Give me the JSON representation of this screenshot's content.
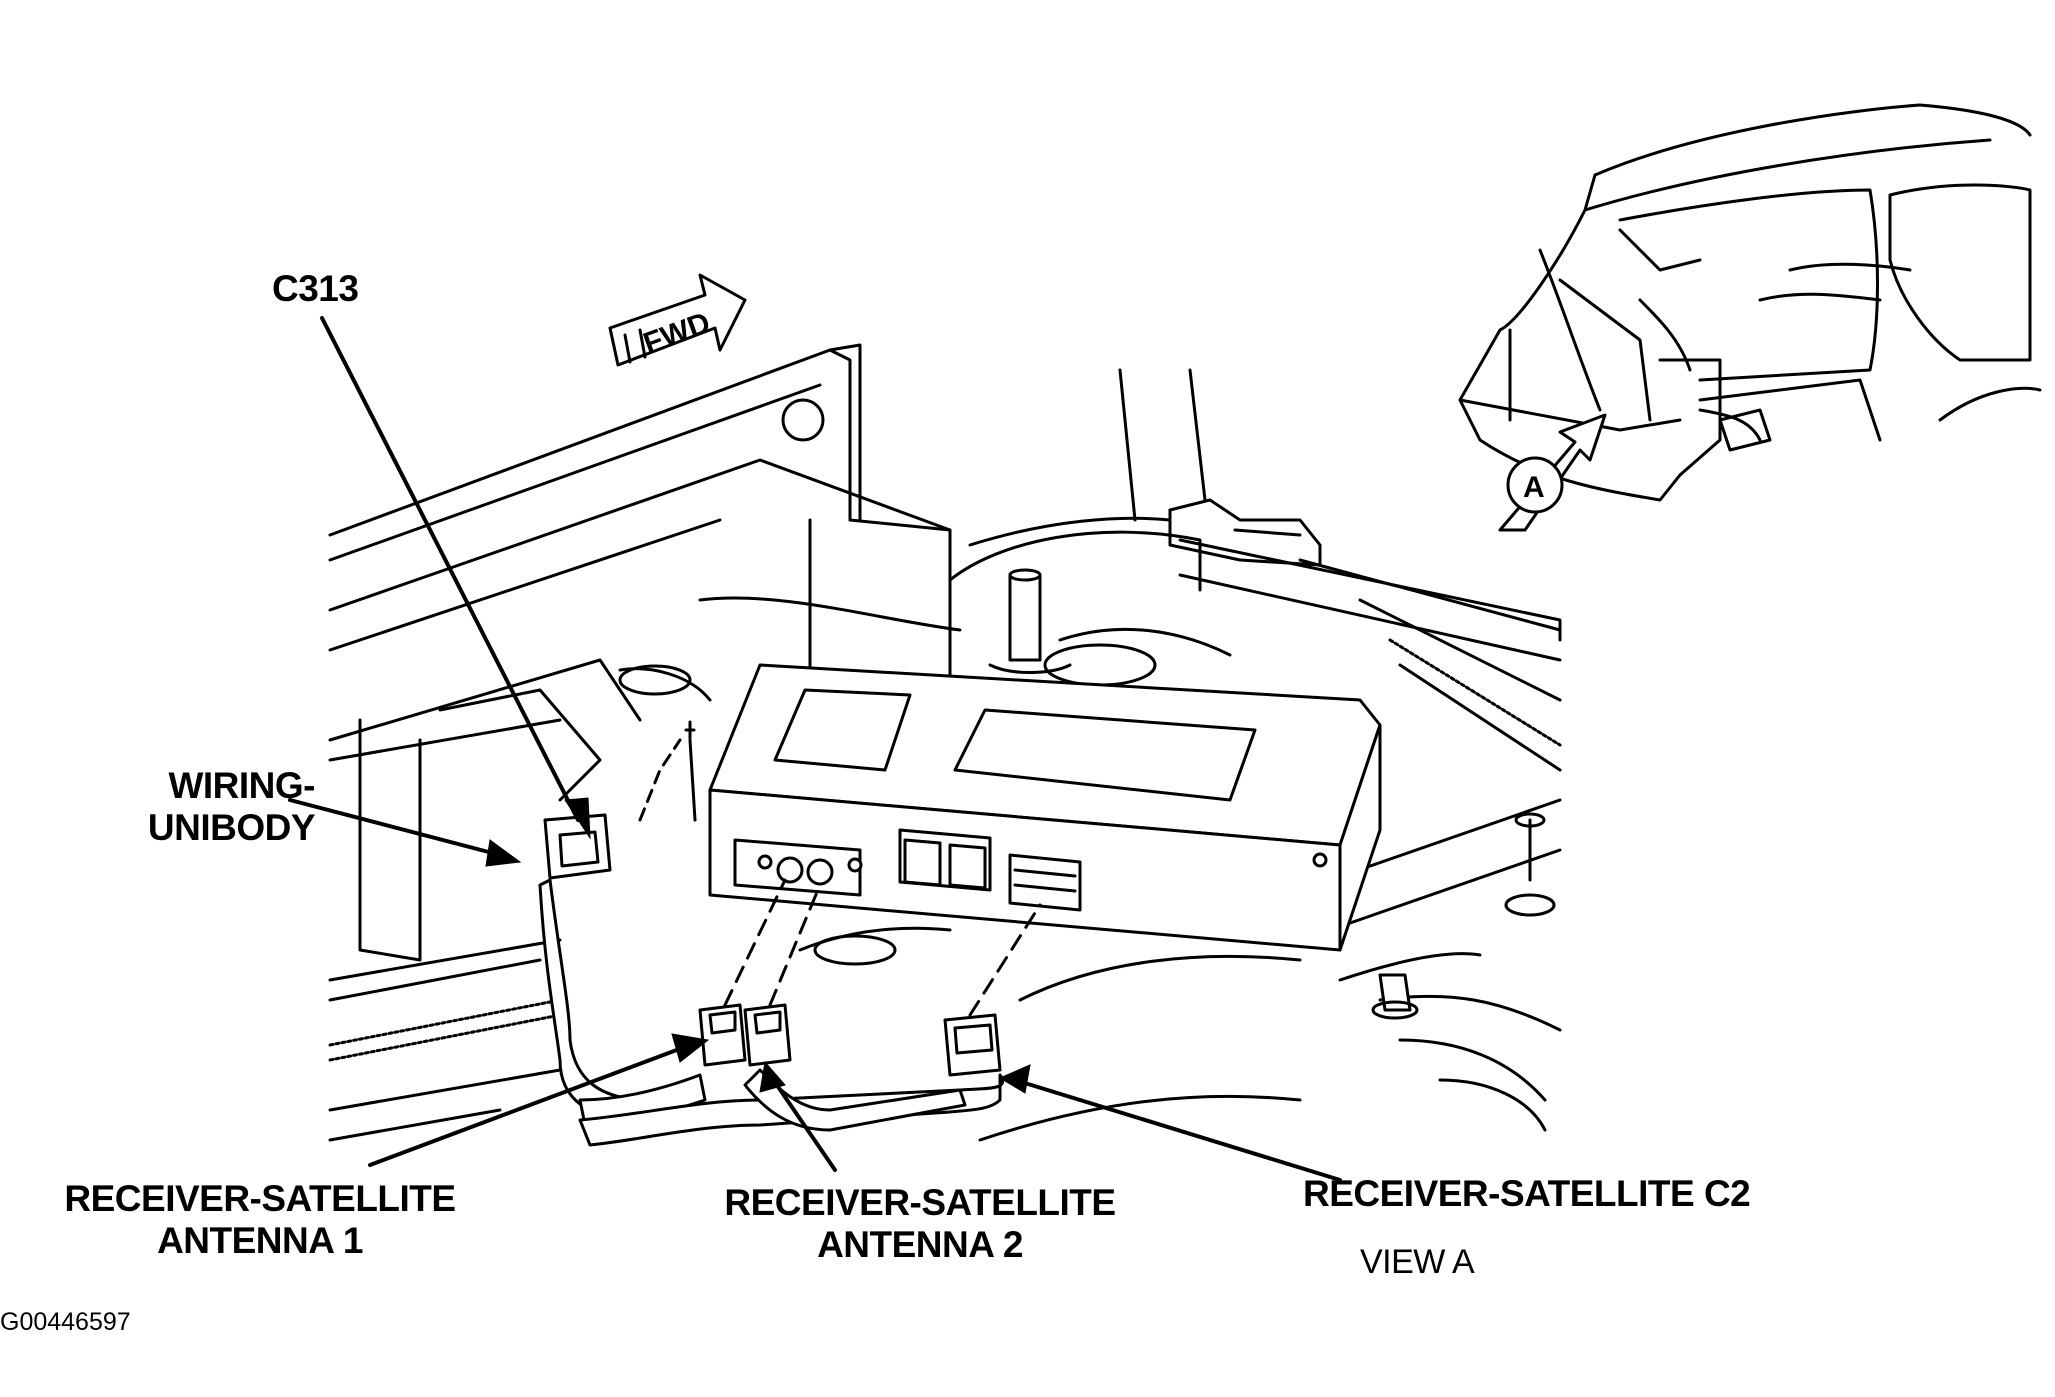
{
  "labels": {
    "c313": "C313",
    "wiring_line1": "WIRING-",
    "wiring_line2": "UNIBODY",
    "ant1_line1": "RECEIVER-SATELLITE",
    "ant1_line2": "ANTENNA 1",
    "ant2_line1": "RECEIVER-SATELLITE",
    "ant2_line2": "ANTENNA 2",
    "c2": "RECEIVER-SATELLITE C2",
    "view": "VIEW A",
    "fwd": "FWD",
    "view_marker": "A",
    "figure_id": "G00446597"
  }
}
